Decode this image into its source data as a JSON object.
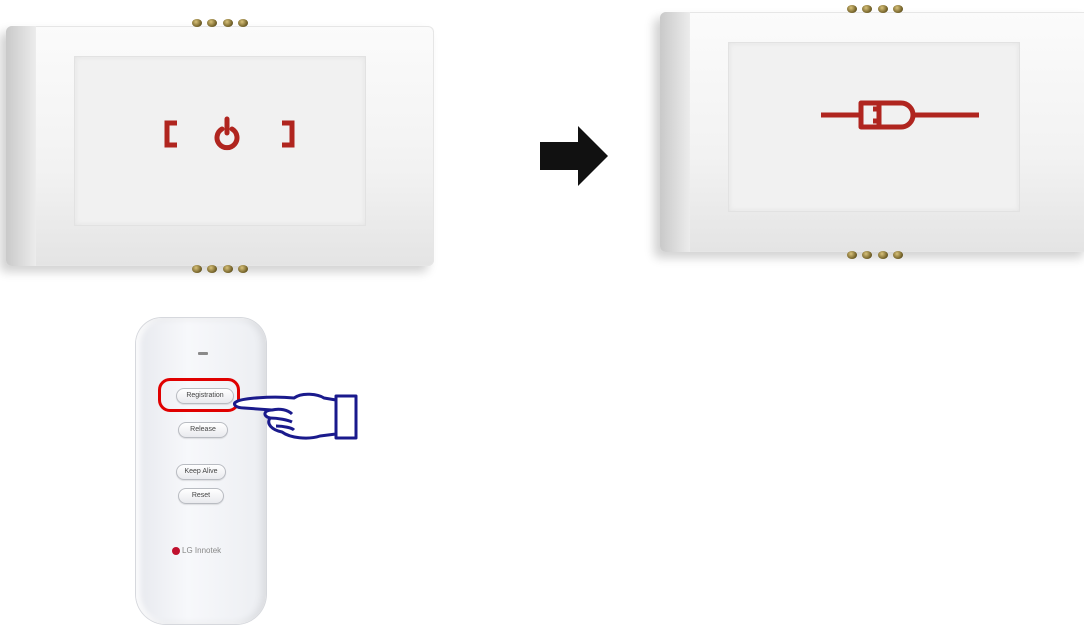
{
  "remote": {
    "buttons": {
      "registration": "Registration",
      "release": "Release",
      "keep_alive": "Keep Alive",
      "reset": "Reset"
    },
    "brand": "LG Innotek"
  },
  "icons": {
    "left_screen": "power-standby-icon",
    "right_screen": "connected-plug-icon",
    "arrow": "right-arrow-icon",
    "pointer": "pointing-hand-icon"
  },
  "colors": {
    "indicator": "#b0251f",
    "highlight": "#e00000",
    "hand_outline": "#1a1a8c"
  }
}
